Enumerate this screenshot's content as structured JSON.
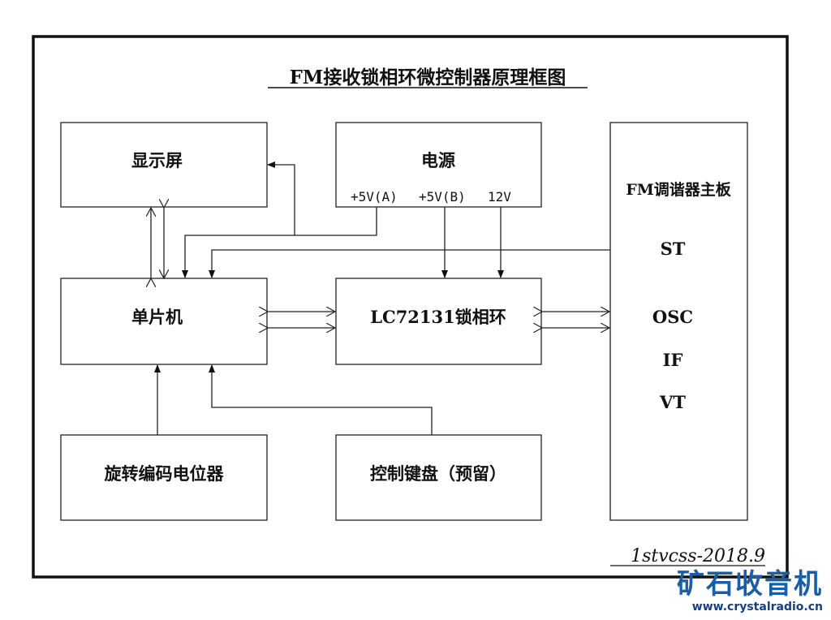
{
  "title": "FM接收锁相环微控制器原理框图",
  "blocks": {
    "display": "显示屏",
    "power": "电源",
    "power_5va": "+5V(A)",
    "power_5vb": "+5V(B)",
    "power_12v": "12V",
    "fm_board": "FM调谐器主板",
    "fm_st": "ST",
    "fm_osc": "OSC",
    "fm_if": "IF",
    "fm_vt": "VT",
    "mcu": "单片机",
    "pll": "LC72131锁相环",
    "encoder": "旋转编码电位器",
    "keyboard": "控制键盘（预留）"
  },
  "signature": "1stvcss-2018.9",
  "watermark": {
    "name": "矿石收音机",
    "url": "www.crystalradio.cn"
  }
}
